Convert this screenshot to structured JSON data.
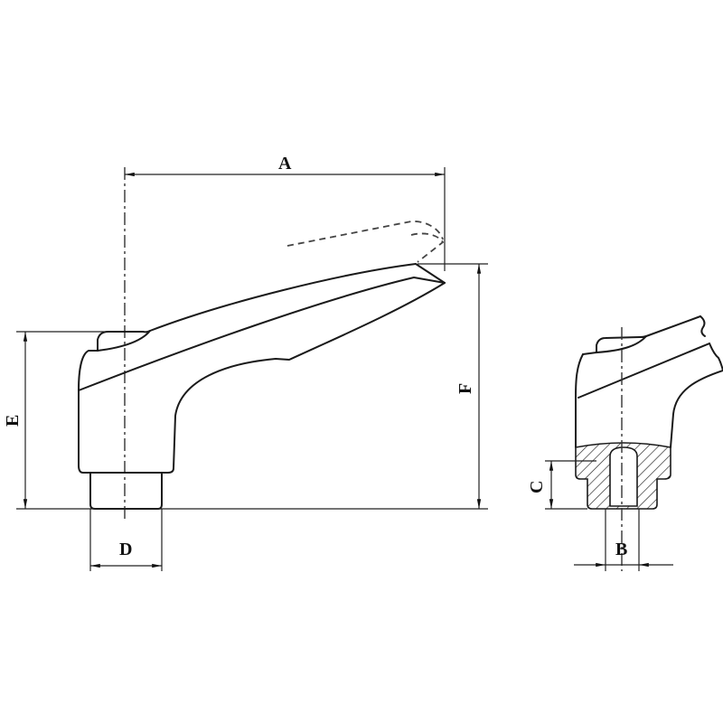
{
  "drawing": {
    "dimension_labels": {
      "A": "A",
      "B": "B",
      "C": "C",
      "D": "D",
      "E": "E",
      "F": "F"
    },
    "line_color": "#1a1a1a",
    "background": "#ffffff"
  }
}
